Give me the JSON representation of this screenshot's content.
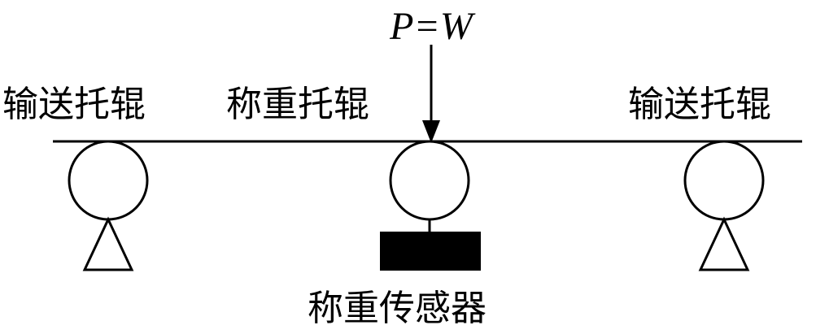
{
  "diagram": {
    "force_label": "P=W",
    "labels": {
      "left_roller": "输送托辊",
      "center_roller": "称重托辊",
      "right_roller": "输送托辊",
      "sensor": "称重传感器"
    },
    "colors": {
      "stroke": "#000000",
      "background": "#ffffff"
    }
  }
}
